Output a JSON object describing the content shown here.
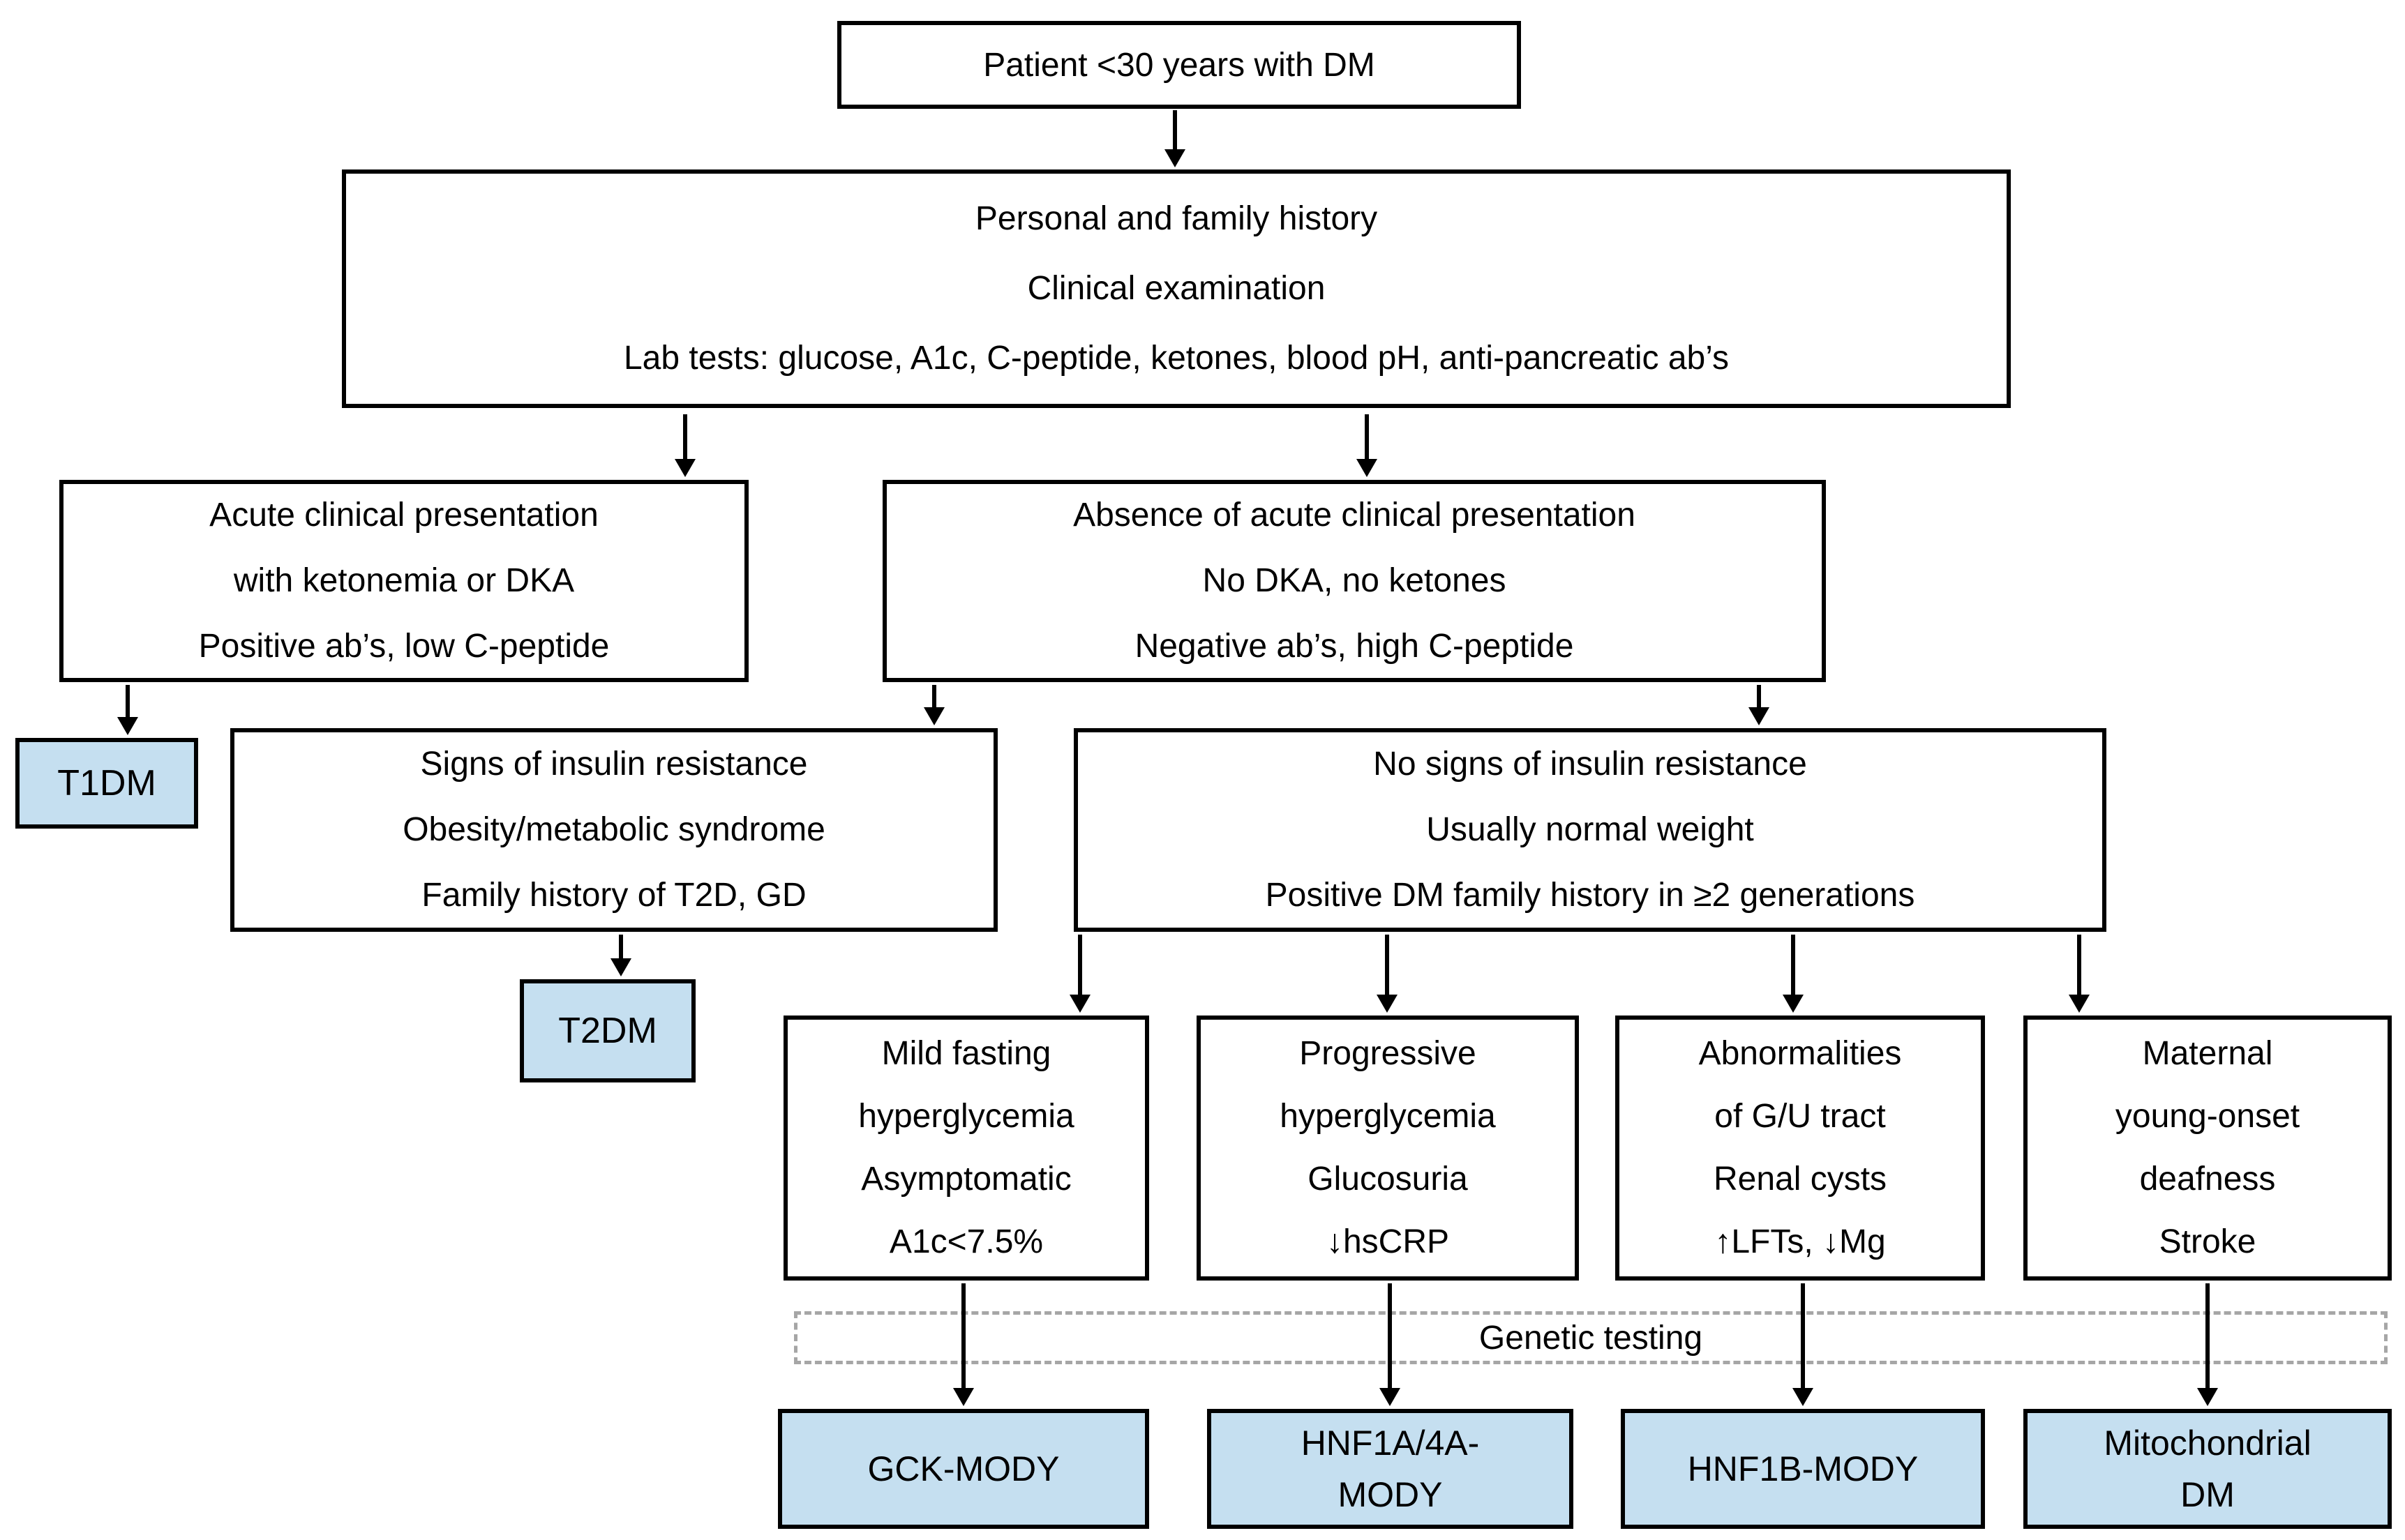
{
  "nodes": {
    "patient": {
      "lines": [
        "Patient <30 years with DM"
      ]
    },
    "workup": {
      "lines": [
        "Personal and family history",
        "Clinical examination",
        "Lab tests: glucose, A1c, C-peptide, ketones, blood pH, anti-pancreatic ab’s"
      ]
    },
    "acute": {
      "lines": [
        "Acute clinical presentation",
        "with ketonemia or DKA",
        "Positive ab’s, low C-peptide"
      ]
    },
    "absence": {
      "lines": [
        "Absence of acute clinical presentation",
        "No DKA, no ketones",
        "Negative ab’s, high C-peptide"
      ]
    },
    "t1dm": {
      "label": "T1DM"
    },
    "signs_ir": {
      "lines": [
        "Signs of insulin resistance",
        "Obesity/metabolic syndrome",
        "Family history of T2D, GD"
      ]
    },
    "no_signs_ir": {
      "lines": [
        "No signs of insulin resistance",
        "Usually normal weight",
        "Positive DM family history in ≥2 generations"
      ]
    },
    "t2dm": {
      "label": "T2DM"
    },
    "gck_features": {
      "lines": [
        "Mild fasting",
        "hyperglycemia",
        "Asymptomatic",
        "A1c<7.5%"
      ]
    },
    "hnf1a_features": {
      "lines": [
        "Progressive",
        "hyperglycemia",
        "Glucosuria",
        "↓hsCRP"
      ]
    },
    "hnf1b_features": {
      "lines": [
        "Abnormalities",
        "of G/U tract",
        "Renal cysts",
        "↑LFTs, ↓Mg"
      ]
    },
    "mito_features": {
      "lines": [
        "Maternal",
        "young-onset",
        "deafness",
        "Stroke"
      ]
    },
    "genetic_testing": {
      "label": "Genetic testing"
    },
    "gck_mody": {
      "lines": [
        "GCK-MODY"
      ]
    },
    "hnf1a_mody": {
      "lines": [
        "HNF1A/4A-",
        "MODY"
      ]
    },
    "hnf1b_mody": {
      "lines": [
        "HNF1B-MODY"
      ]
    },
    "mito_dm": {
      "lines": [
        "Mitochondrial",
        "DM"
      ]
    }
  },
  "colors": {
    "outcome_fill": "#C5DFF0",
    "line_color": "#000000",
    "dash_color": "#A6A6A6"
  }
}
